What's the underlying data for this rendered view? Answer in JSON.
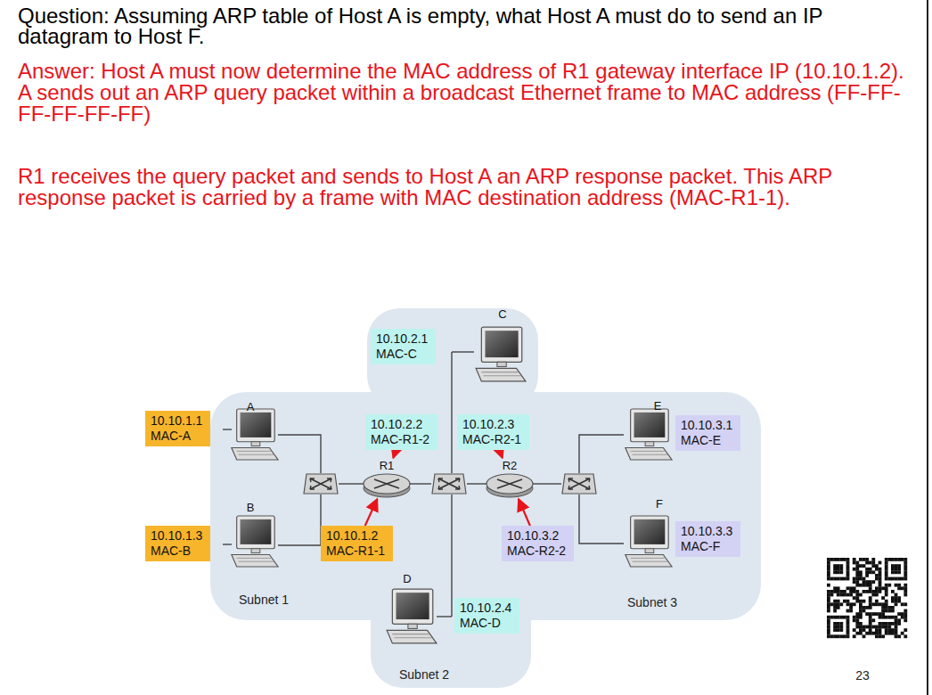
{
  "diagram": {
    "title": "Question: Assuming ARP table of Host A is empty, what Host A must do to send an IP datagram to Host F.",
    "nodes": [
      {
        "text": [
          "10.10.2.1",
          "MAC-C"
        ]
      },
      {
        "text": [
          "10.10.1.1",
          "MAC-A"
        ]
      },
      {
        "text": [
          "10.10.2.2",
          "MAC-R1-2"
        ]
      },
      {
        "text": [
          "10.10.2.3",
          "MAC-R2-1"
        ]
      },
      {
        "text": [
          "R1"
        ]
      },
      {
        "text": [
          "R2"
        ]
      },
      {
        "text": [
          "10.10.3.1",
          "MAC-E"
        ]
      },
      {
        "text": [
          "10.10.1.3",
          "MAC-B"
        ]
      },
      {
        "text": [
          "10.10.1.2",
          "MAC-R1-1"
        ]
      },
      {
        "text": [
          "10.10.3.2",
          "MAC-R2-2"
        ]
      },
      {
        "text": [
          "10.10.3.3",
          "MAC-F"
        ]
      },
      {
        "text": [
          "10.10.2.4",
          "MAC-D"
        ]
      }
    ],
    "edges": [
      {
        "from": 8,
        "to": 4,
        "arrow": "to"
      },
      {
        "from": 2,
        "to": 4,
        "arrow": "to"
      },
      {
        "from": 3,
        "to": 5,
        "arrow": "to"
      },
      {
        "from": 9,
        "to": 5,
        "arrow": "to"
      }
    ],
    "labels": [
      "Answer: Host A must now determine the MAC address of R1 gateway interface IP (10.10.1.2). A sends out an ARP query packet within a broadcast Ethernet frame to MAC address (FF-FF-FF-FF-FF-FF)",
      "R1 receives the query packet and sends to Host A an ARP response packet. This ARP response packet is carried by a frame with MAC destination address (MAC-R1-1).",
      "A",
      "B",
      "C",
      "D",
      "E",
      "F",
      "Subnet 1",
      "Subnet 2",
      "Subnet 3",
      "23"
    ]
  }
}
